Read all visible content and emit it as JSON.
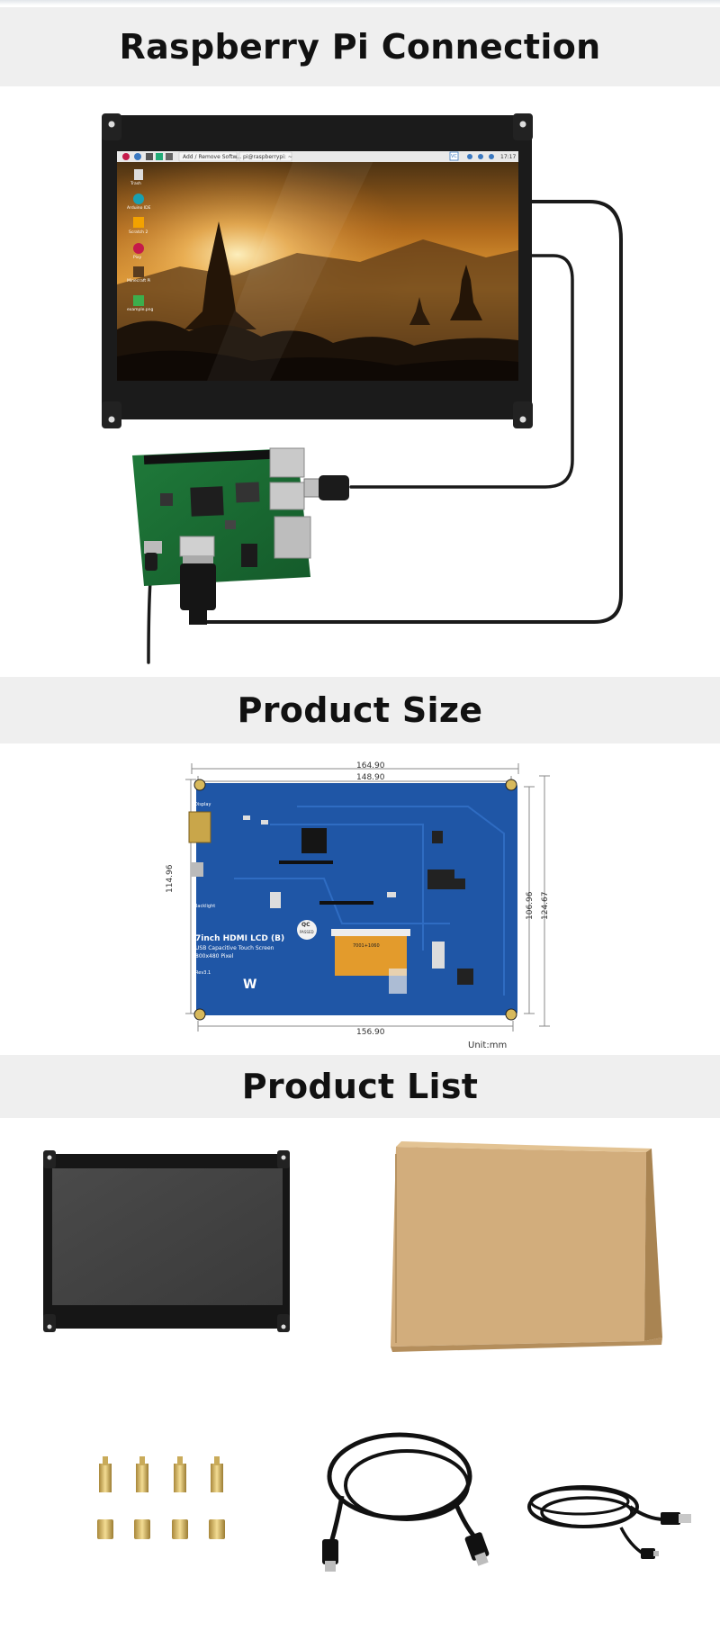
{
  "sections": {
    "connection": {
      "title": "Raspberry Pi Connection"
    },
    "size": {
      "title": "Product Size"
    },
    "list": {
      "title": "Product List"
    }
  },
  "screen_ui": {
    "taskbar_tab_1": "Add / Remove Softw...",
    "taskbar_tab_2": "pi@raspberrypi: ~",
    "taskbar_clock": "17:17",
    "taskbar_vc": "VC",
    "desktop_icons": [
      "Trash",
      "Arduino IDE",
      "Scratch 2",
      "Pixy",
      "Minecraft Pi",
      "example.png"
    ]
  },
  "dimensions": {
    "top_outer": "164.90",
    "top_inner": "148.90",
    "left_height": "114.96",
    "right_inner": "106.96",
    "right_outer": "124.67",
    "bottom": "156.90",
    "unit": "Unit:mm"
  },
  "pcb_labels": {
    "product_name": "7inch HDMI LCD (B)",
    "subtitle": "USB Capacitive Touch Screen",
    "resolution": "800x480 Pixel",
    "revision": "Rev3.1",
    "display_label": "Display",
    "backlight_label": "Backlight",
    "qc_label": "QC",
    "qc_pass": "PASSED",
    "fpc_label": "7001+1060"
  },
  "colors": {
    "banner_bg": "#efefef",
    "pcb_blue": "#1f56a6",
    "cardboard": "#d2ad7c"
  }
}
